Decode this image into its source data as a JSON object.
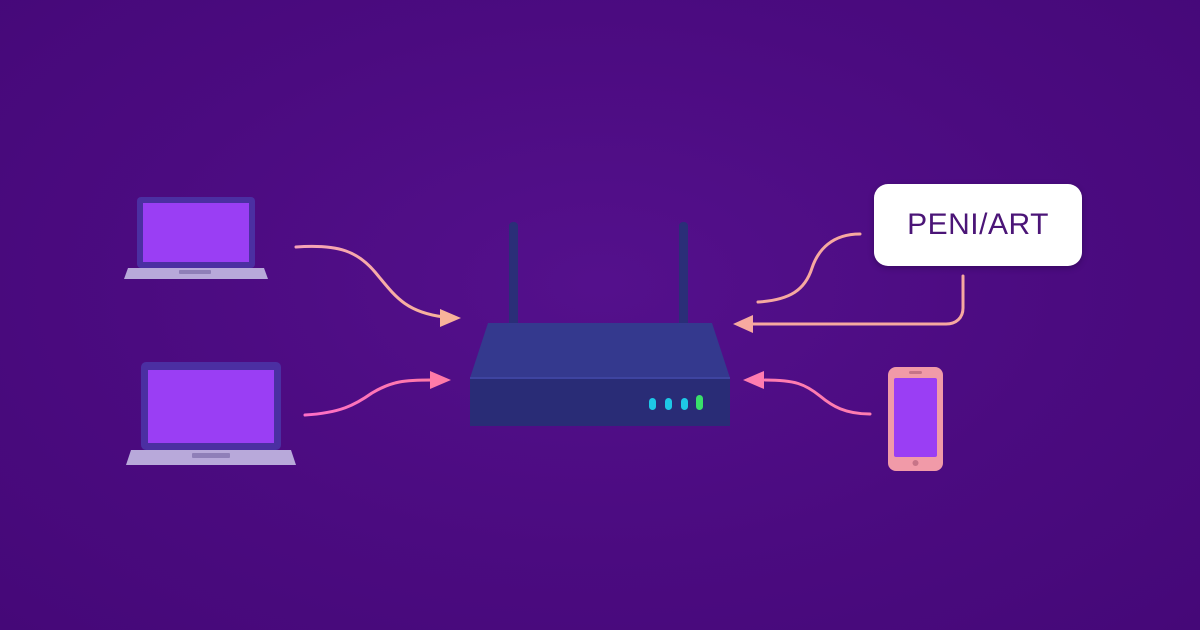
{
  "diagram": {
    "label_box": {
      "text": "PENI/ART"
    },
    "devices": [
      {
        "id": "laptop-top-left",
        "icon": "laptop-icon"
      },
      {
        "id": "laptop-bottom-left",
        "icon": "laptop-icon"
      },
      {
        "id": "smartphone-right",
        "icon": "smartphone-icon"
      },
      {
        "id": "router-center",
        "icon": "router-icon",
        "status_lights": 4
      }
    ],
    "connections": [
      {
        "from": "laptop-top-left",
        "to": "router-center"
      },
      {
        "from": "laptop-bottom-left",
        "to": "router-center"
      },
      {
        "from": "label-box",
        "to": "router-center"
      },
      {
        "from": "smartphone-right",
        "to": "router-center"
      }
    ],
    "colors": {
      "background": "#4a0a7f",
      "device_screen": "#9b3ef5",
      "device_frame": "#4a2fa0",
      "laptop_base": "#b6a7d8",
      "router_body": "#2b2f7a",
      "router_top": "#33398d",
      "arrow_peach": "#f7a9a0",
      "arrow_pink": "#ff6fc3",
      "phone_frame": "#f19aa8",
      "light_cyan": "#1ec8e6",
      "light_green": "#39e06a",
      "label_text": "#4b1577"
    }
  }
}
